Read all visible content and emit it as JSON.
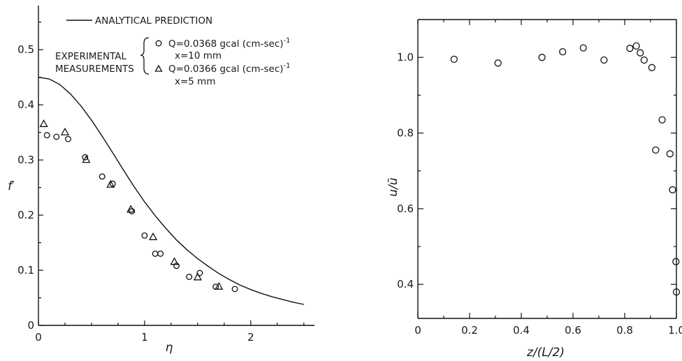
{
  "chart_data": [
    {
      "type": "scatter",
      "xlabel": "η",
      "ylabel": "f′",
      "xlim": [
        0,
        2.6
      ],
      "ylim": [
        0,
        0.58
      ],
      "xticks": [
        {
          "v": 0,
          "label": "0"
        },
        {
          "v": 1,
          "label": "1"
        },
        {
          "v": 2,
          "label": "2"
        }
      ],
      "xminor": [
        0.25,
        0.5,
        0.75,
        1.25,
        1.5,
        1.75,
        2.25,
        2.5
      ],
      "yticks": [
        {
          "v": 0,
          "label": "0"
        },
        {
          "v": 0.1,
          "label": "0.1"
        },
        {
          "v": 0.2,
          "label": "0.2"
        },
        {
          "v": 0.3,
          "label": "0.3"
        },
        {
          "v": 0.4,
          "label": "0.4"
        },
        {
          "v": 0.5,
          "label": "0.5"
        }
      ],
      "yminor": [
        0.05,
        0.15,
        0.25,
        0.35,
        0.45,
        0.55
      ],
      "grid": false,
      "legend": {
        "line_label": "ANALYTICAL PREDICTION",
        "group_label_1": "EXPERIMENTAL",
        "group_label_2": "MEASUREMENTS",
        "circle_line_1": "Q=0.0368 gcal (cm-sec)",
        "circle_line_1_sup": "-1",
        "circle_line_2": "x=10 mm",
        "triangle_line_1": "Q=0.0366 gcal (cm-sec)",
        "triangle_line_1_sup": "-1",
        "triangle_line_2": "x=5 mm"
      },
      "series": [
        {
          "kind": "line",
          "x": [
            0,
            0.1,
            0.2,
            0.3,
            0.4,
            0.5,
            0.6,
            0.7,
            0.8,
            0.9,
            1.0,
            1.1,
            1.2,
            1.3,
            1.4,
            1.5,
            1.6,
            1.7,
            1.8,
            1.9,
            2.0,
            2.1,
            2.2,
            2.3,
            2.4,
            2.5
          ],
          "y": [
            0.45,
            0.447,
            0.437,
            0.42,
            0.398,
            0.372,
            0.343,
            0.313,
            0.282,
            0.252,
            0.224,
            0.199,
            0.176,
            0.155,
            0.137,
            0.121,
            0.107,
            0.094,
            0.083,
            0.073,
            0.065,
            0.058,
            0.052,
            0.047,
            0.042,
            0.038
          ]
        },
        {
          "kind": "circle",
          "x": [
            0.08,
            0.17,
            0.28,
            0.44,
            0.6,
            0.7,
            0.88,
            1.0,
            1.1,
            1.15,
            1.3,
            1.42,
            1.52,
            1.67,
            1.85
          ],
          "y": [
            0.345,
            0.342,
            0.338,
            0.305,
            0.27,
            0.257,
            0.207,
            0.163,
            0.13,
            0.13,
            0.108,
            0.088,
            0.095,
            0.07,
            0.066
          ]
        },
        {
          "kind": "triangle",
          "x": [
            0.05,
            0.25,
            0.45,
            0.68,
            0.87,
            1.08,
            1.28,
            1.5,
            1.7
          ],
          "y": [
            0.365,
            0.35,
            0.3,
            0.255,
            0.21,
            0.16,
            0.115,
            0.087,
            0.07
          ]
        }
      ]
    },
    {
      "type": "scatter",
      "xlabel": "z/(L/2)",
      "ylabel": "u/ū",
      "xlim": [
        0,
        1.0
      ],
      "ylim": [
        0.31,
        1.1
      ],
      "xticks": [
        {
          "v": 0,
          "label": "0"
        },
        {
          "v": 0.2,
          "label": "0.2"
        },
        {
          "v": 0.4,
          "label": "0.4"
        },
        {
          "v": 0.6,
          "label": "0.6"
        },
        {
          "v": 0.8,
          "label": "0.8"
        },
        {
          "v": 1.0,
          "label": "1.0"
        }
      ],
      "xminor": [
        0.1,
        0.3,
        0.5,
        0.7,
        0.9
      ],
      "yticks": [
        {
          "v": 0.4,
          "label": "0.4"
        },
        {
          "v": 0.6,
          "label": "0.6"
        },
        {
          "v": 0.8,
          "label": "0.8"
        },
        {
          "v": 1.0,
          "label": "1.0"
        }
      ],
      "yminor": [
        0.5,
        0.7,
        0.9
      ],
      "grid": false,
      "series": [
        {
          "kind": "circle",
          "x": [
            0.14,
            0.31,
            0.48,
            0.56,
            0.64,
            0.72,
            0.82,
            0.845,
            0.86,
            0.875,
            0.905,
            0.92,
            0.945,
            0.975,
            0.985,
            0.998,
            1.0
          ],
          "y": [
            0.995,
            0.985,
            1.0,
            1.015,
            1.025,
            0.993,
            1.024,
            1.03,
            1.012,
            0.993,
            0.973,
            0.755,
            0.835,
            0.745,
            0.65,
            0.46,
            0.38
          ]
        }
      ]
    }
  ]
}
